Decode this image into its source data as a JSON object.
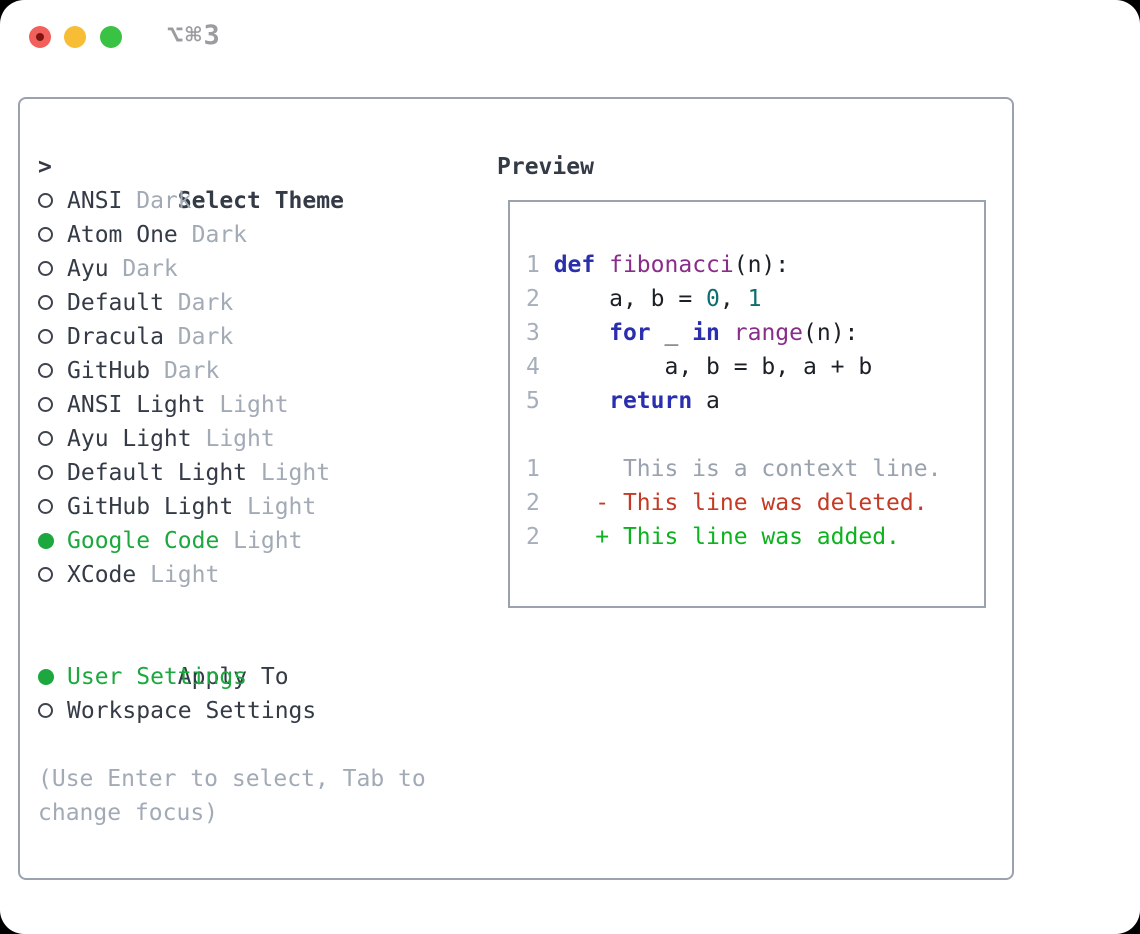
{
  "window": {
    "title": "⌥⌘3"
  },
  "colors": {
    "background": "#ffffff",
    "border": "#9aa2ae",
    "text": "#343b46",
    "muted": "#a2aab6",
    "accent_green": "#1ca83e",
    "traffic_red": "#f2605c",
    "traffic_yellow": "#f6bd35",
    "traffic_green": "#3ac244",
    "tokens": {
      "num": "#a6aeba",
      "pln": "#1b1f26",
      "kwd": "#2a2fae",
      "typ": "#8a2d8a",
      "lit": "#0e6d6d",
      "ctx": "#9aa2ae",
      "del": "#c43a24",
      "add": "#0db31f"
    }
  },
  "panel": {
    "select_theme": {
      "prefix": ">",
      "label": "Select Theme"
    },
    "themes": [
      {
        "name": "ANSI",
        "variant": "Dark",
        "selected": false
      },
      {
        "name": "Atom One",
        "variant": "Dark",
        "selected": false
      },
      {
        "name": "Ayu",
        "variant": "Dark",
        "selected": false
      },
      {
        "name": "Default",
        "variant": "Dark",
        "selected": false
      },
      {
        "name": "Dracula",
        "variant": "Dark",
        "selected": false
      },
      {
        "name": "GitHub",
        "variant": "Dark",
        "selected": false
      },
      {
        "name": "ANSI Light",
        "variant": "Light",
        "selected": false
      },
      {
        "name": "Ayu Light",
        "variant": "Light",
        "selected": false
      },
      {
        "name": "Default Light",
        "variant": "Light",
        "selected": false
      },
      {
        "name": "GitHub Light",
        "variant": "Light",
        "selected": false
      },
      {
        "name": "Google Code",
        "variant": "Light",
        "selected": true
      },
      {
        "name": "XCode",
        "variant": "Light",
        "selected": false
      }
    ],
    "apply_to": {
      "label": "Apply To",
      "options": [
        {
          "name": "User Settings",
          "selected": true
        },
        {
          "name": "Workspace Settings",
          "selected": false
        }
      ]
    },
    "hint_lines": [
      "(Use Enter to select, Tab to",
      "change focus)"
    ]
  },
  "preview": {
    "label": "Preview",
    "lines": [
      [
        {
          "t": "1 ",
          "c": "num"
        },
        {
          "t": "def",
          "c": "kwd"
        },
        {
          "t": " ",
          "c": "pln"
        },
        {
          "t": "fibonacci",
          "c": "typ"
        },
        {
          "t": "(n):",
          "c": "pln"
        }
      ],
      [
        {
          "t": "2 ",
          "c": "num"
        },
        {
          "t": "    a, b = ",
          "c": "pln"
        },
        {
          "t": "0",
          "c": "lit"
        },
        {
          "t": ", ",
          "c": "pln"
        },
        {
          "t": "1",
          "c": "lit"
        }
      ],
      [
        {
          "t": "3 ",
          "c": "num"
        },
        {
          "t": "    ",
          "c": "pln"
        },
        {
          "t": "for",
          "c": "kwd"
        },
        {
          "t": " _ ",
          "c": "pln"
        },
        {
          "t": "in",
          "c": "kwd"
        },
        {
          "t": " ",
          "c": "pln"
        },
        {
          "t": "range",
          "c": "typ"
        },
        {
          "t": "(n):",
          "c": "pln"
        }
      ],
      [
        {
          "t": "4 ",
          "c": "num"
        },
        {
          "t": "        a, b = b, a + b",
          "c": "pln"
        }
      ],
      [
        {
          "t": "5 ",
          "c": "num"
        },
        {
          "t": "    ",
          "c": "pln"
        },
        {
          "t": "return",
          "c": "kwd"
        },
        {
          "t": " a",
          "c": "pln"
        }
      ],
      [],
      [
        {
          "t": "1 ",
          "c": "num"
        },
        {
          "t": "     This is a context line.",
          "c": "ctx"
        }
      ],
      [
        {
          "t": "2 ",
          "c": "num"
        },
        {
          "t": "   - This line was deleted.",
          "c": "del"
        }
      ],
      [
        {
          "t": "2 ",
          "c": "num"
        },
        {
          "t": "   + This line was added.",
          "c": "add"
        }
      ]
    ]
  }
}
